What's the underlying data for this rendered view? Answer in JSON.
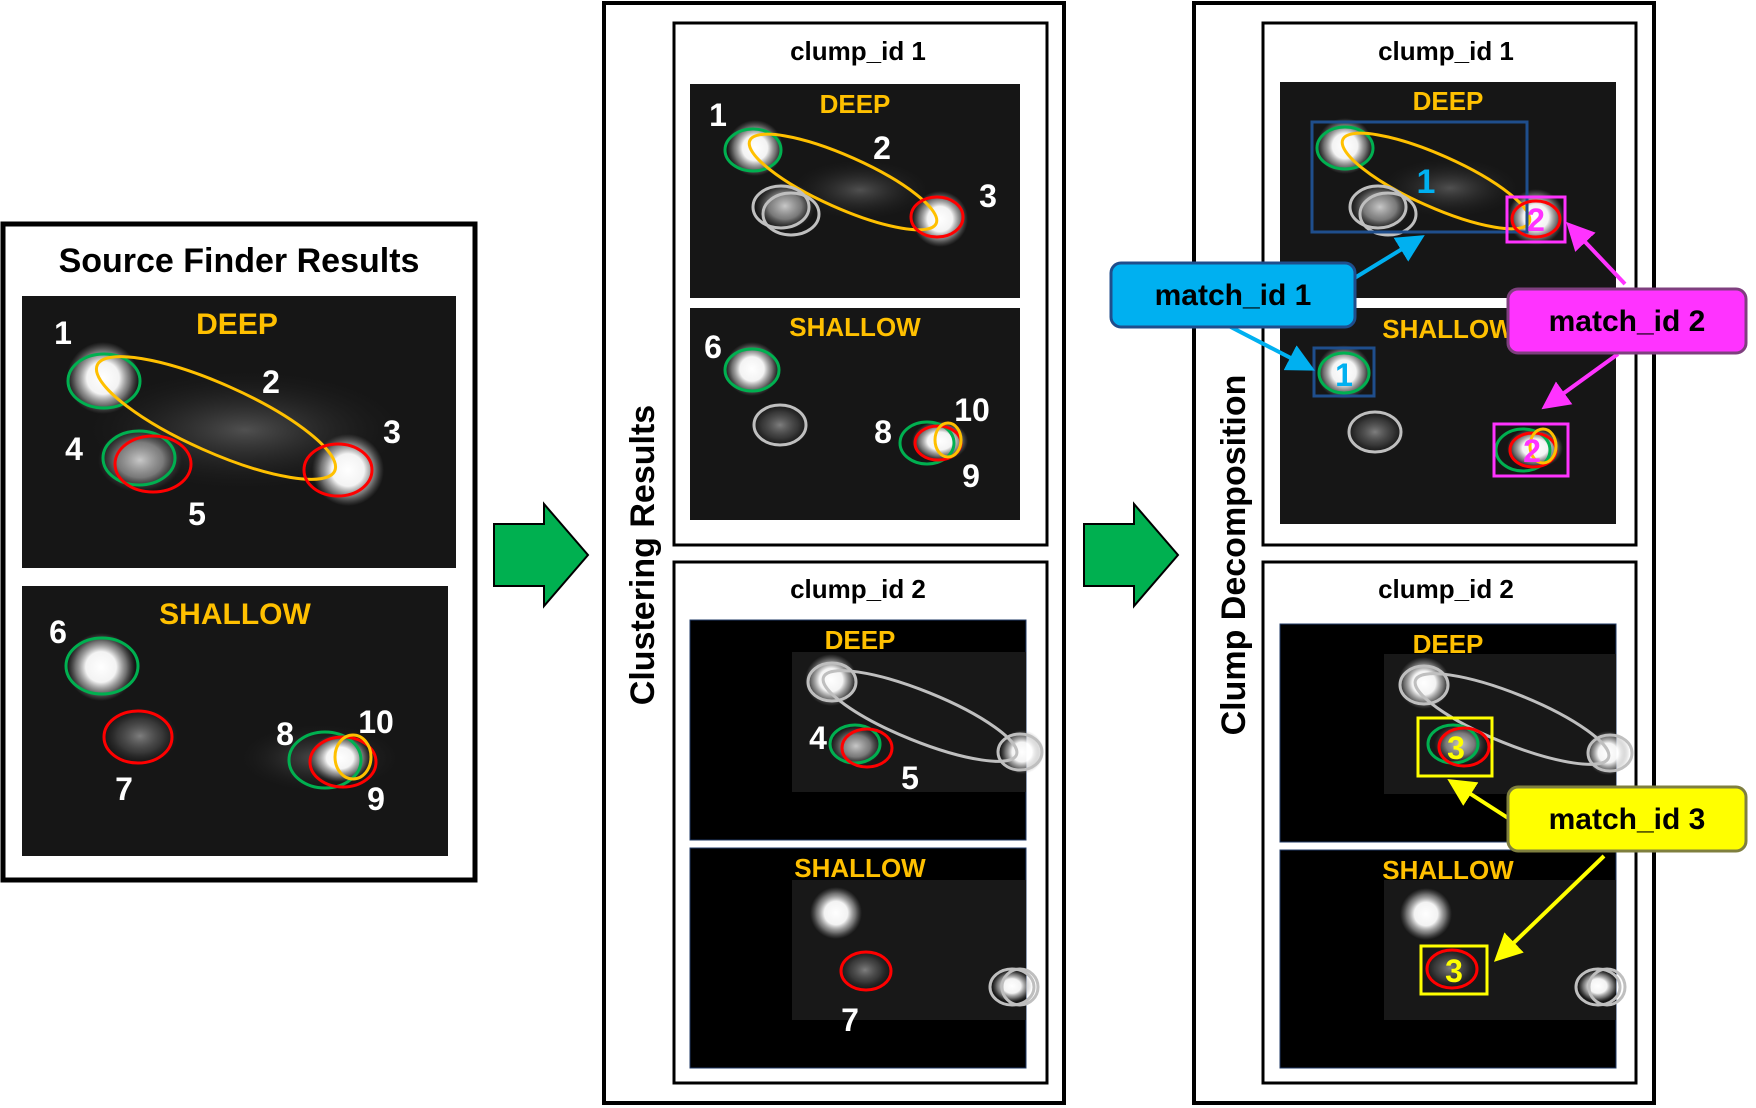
{
  "panels": {
    "source_finder": {
      "title": "Source Finder Results"
    },
    "clustering": {
      "title": "Clustering Results"
    },
    "decomposition": {
      "title": "Clump Decomposition"
    }
  },
  "image_labels": {
    "deep": "DEEP",
    "shallow": "SHALLOW"
  },
  "clump_titles": [
    "clump_id 1",
    "clump_id 2"
  ],
  "source_numbers": [
    "1",
    "2",
    "3",
    "4",
    "5",
    "6",
    "7",
    "8",
    "9",
    "10"
  ],
  "match_labels": [
    "1",
    "2",
    "3"
  ],
  "callouts": [
    {
      "label": "match_id 1",
      "color": "#00b0f0"
    },
    {
      "label": "match_id 2",
      "color": "#ff33ff"
    },
    {
      "label": "match_id 3",
      "color": "#ffff00"
    }
  ],
  "colors": {
    "green": "#00b050",
    "red": "#ff0000",
    "orange": "#ffc000",
    "grey_ellipse": "#bfbfbf",
    "arrow": "#00b050",
    "match1": "#00b0f0",
    "match2": "#ff33ff",
    "match3": "#ffff00",
    "box1": "#1f4e8c"
  },
  "icons": {
    "flow_arrow": "right-arrow-icon"
  }
}
